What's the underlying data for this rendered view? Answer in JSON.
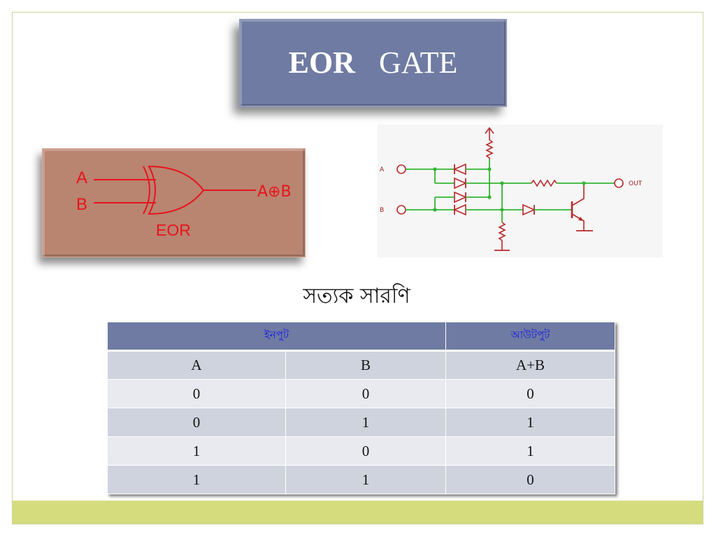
{
  "title": {
    "bold": "EOR",
    "regular": "GATE"
  },
  "gate_symbol": {
    "input_a": "A",
    "input_b": "B",
    "output": "A⊕B",
    "name": "EOR"
  },
  "circuit": {
    "input_a": "A",
    "input_b": "B",
    "output": "OUT"
  },
  "table_heading": "সত্যক সারণি",
  "truth_table": {
    "headers": [
      "ইনপুট",
      "আউটপুট"
    ],
    "columns": [
      "A",
      "B",
      "A+B"
    ],
    "rows": [
      [
        "0",
        "0",
        "0"
      ],
      [
        "0",
        "1",
        "1"
      ],
      [
        "1",
        "0",
        "1"
      ],
      [
        "1",
        "1",
        "0"
      ]
    ]
  },
  "colors": {
    "title_box": "#6f7ba2",
    "gate_box": "#b98470",
    "gate_lines": "#e8141c",
    "circuit_wires": "#33b533",
    "circuit_components": "#b8282a",
    "table_header": "#6f7ba2",
    "table_header_text": "#1a1ae6",
    "table_row_dark": "#ced3de",
    "table_row_light": "#e8eaef",
    "footer_band": "#d4dc7e"
  }
}
